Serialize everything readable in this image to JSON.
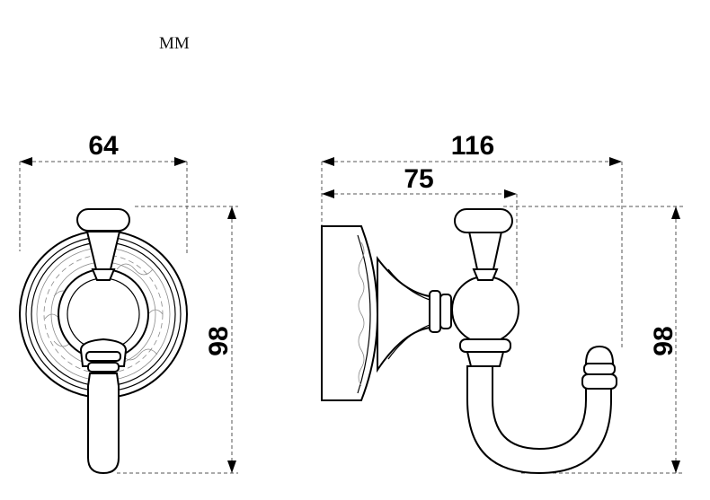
{
  "units": "MM",
  "front_view": {
    "width_label": "64",
    "height_label": "98"
  },
  "side_view": {
    "overall_depth_label": "116",
    "hook_depth_label": "75",
    "height_label": "98"
  }
}
